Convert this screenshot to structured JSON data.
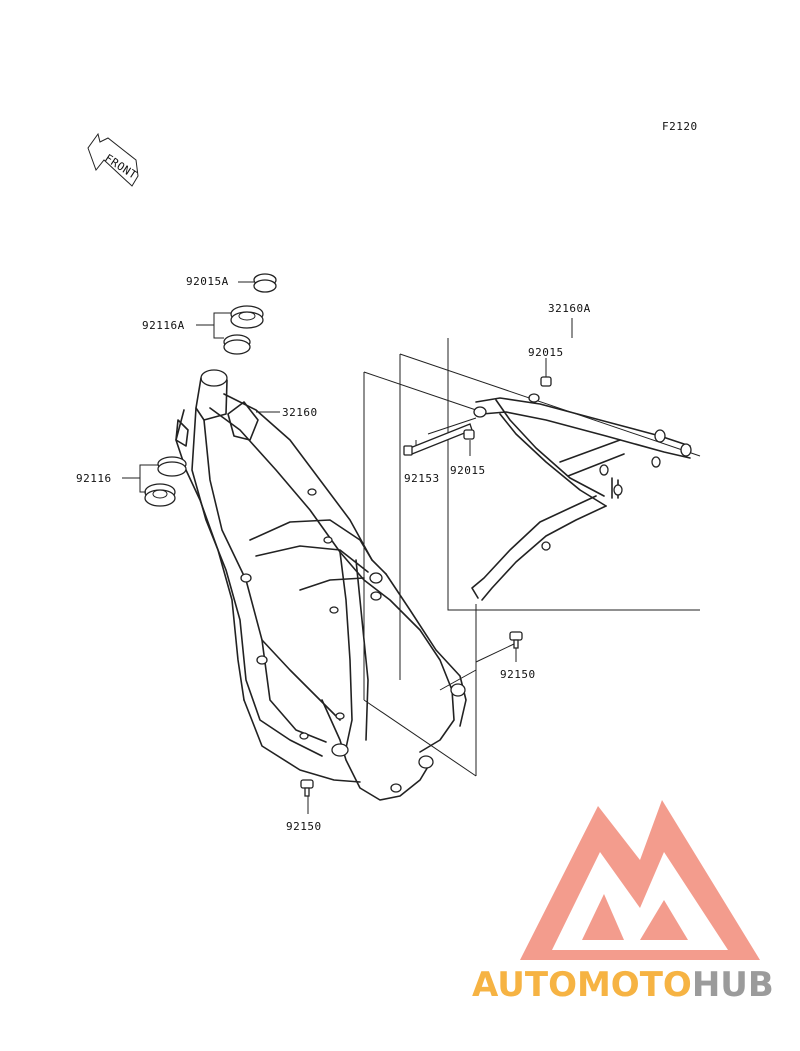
{
  "diagram": {
    "figure_code": "F2120",
    "front_label": "FRONT",
    "callouts": {
      "nut_top": "92015A",
      "bearing_top": "92116A",
      "main_frame": "32160",
      "bearing_bottom": "92116",
      "subframe": "32160A",
      "nut_sub": "92015",
      "bolt_sub": "92153",
      "nut_sub2": "92015",
      "bolt_right": "92150",
      "bolt_bottom": "92150"
    }
  },
  "watermark": {
    "text_part1": "AUTOMOTO",
    "text_part2": "HUB",
    "color_primary": "#f28b7a",
    "color_orange": "#f5a623",
    "color_gray": "#8a8a8a"
  }
}
